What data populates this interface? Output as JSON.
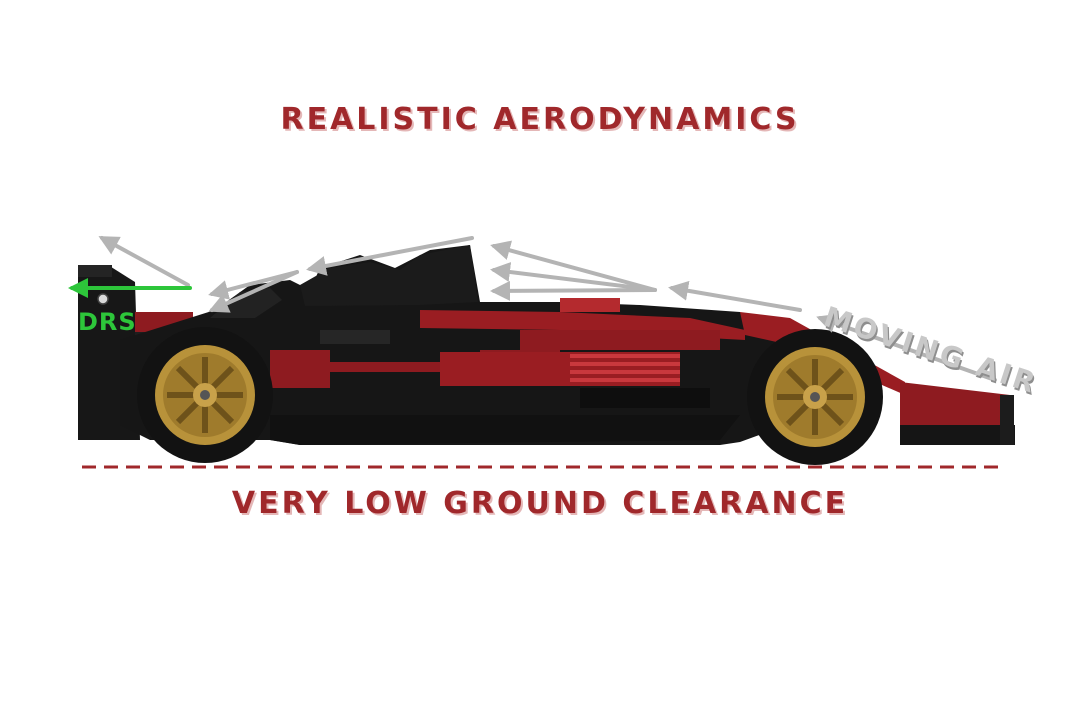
{
  "title": "REALISTIC AERODYNAMICS",
  "moving_air_label": "MOVING AIR",
  "drs_label": "DRS",
  "ground_label": "VERY LOW GROUND CLEARANCE",
  "colors": {
    "title": "#a0282b",
    "body_red": "#9a1d22",
    "body_black": "#161616",
    "arrow_grey": "#b4b4b4",
    "drs_green": "#2dc63a",
    "wheel_gold": "#b8923a"
  }
}
